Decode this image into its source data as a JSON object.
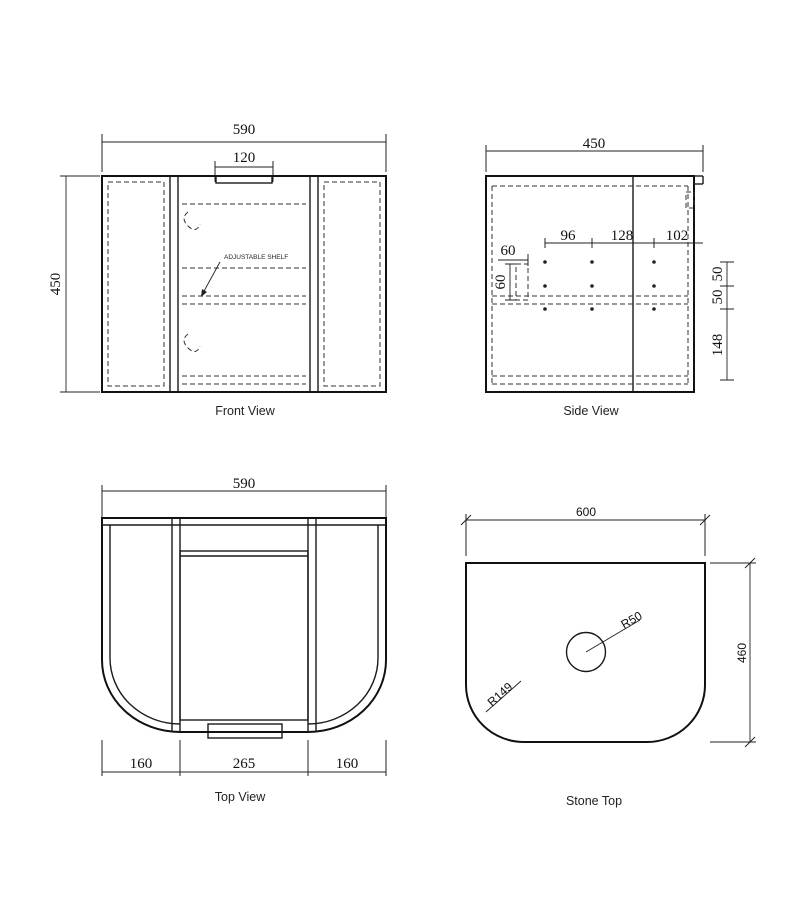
{
  "front_view": {
    "caption": "Front View",
    "width_dim": "590",
    "drawer_dim": "120",
    "height_dim": "450",
    "shelf_label": "ADJUSTABLE SHELF"
  },
  "side_view": {
    "caption": "Side View",
    "depth_dim": "450",
    "hole_dims": [
      "96",
      "128",
      "102"
    ],
    "inner_width_dim": "60",
    "inner_height_dim": "60",
    "vertical_dims": [
      "50",
      "50",
      "148"
    ]
  },
  "top_view": {
    "caption": "Top View",
    "width_dim": "590",
    "bottom_dims": [
      "160",
      "265",
      "160"
    ]
  },
  "stone_top": {
    "caption": "Stone Top",
    "width_dim": "600",
    "depth_dim": "460",
    "hole_radius": "R50",
    "corner_radius": "R149"
  }
}
